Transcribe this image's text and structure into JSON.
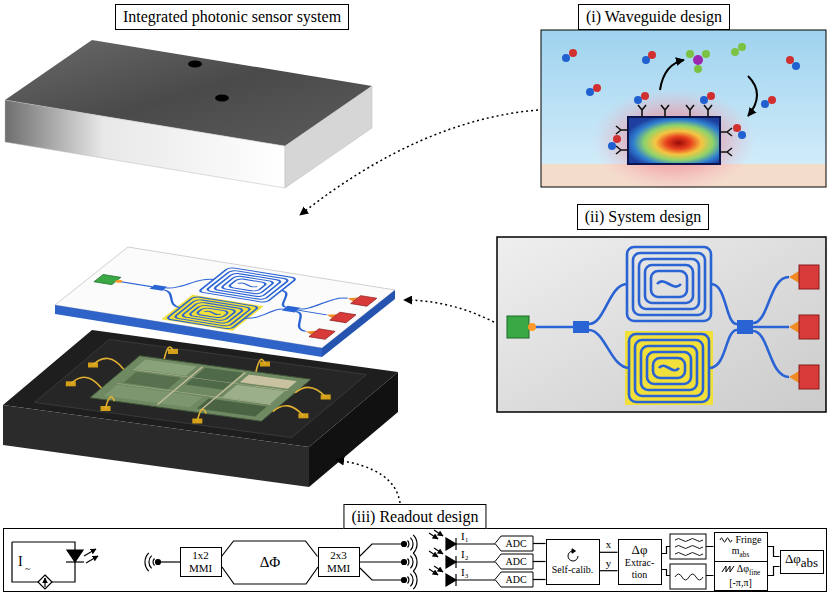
{
  "diagram": {
    "nodes": [
      {
        "text": [
          "Integrated photonic sensor system"
        ]
      },
      {
        "text": [
          "(i) Waveguide design"
        ]
      },
      {
        "text": [
          "(ii) System design"
        ]
      },
      {
        "text": [
          "(iii) Readout design"
        ]
      },
      {
        "text": [
          "1x2 MMI"
        ],
        "in": 3
      },
      {
        "text": [
          "2x3 MMI"
        ],
        "in": 3
      },
      {
        "text": [
          "ADC"
        ],
        "in": 3
      },
      {
        "text": [
          "ADC"
        ],
        "in": 3
      },
      {
        "text": [
          "ADC"
        ],
        "in": 3
      },
      {
        "text": [
          "Self-calib."
        ],
        "in": 3
      },
      {
        "text": [
          "Δφ",
          "Extrac- tion"
        ],
        "in": 3
      },
      {
        "text": [
          "Fringe",
          "m",
          "abs"
        ],
        "in": 3
      },
      {
        "text": [
          "Δφ",
          "fine",
          "[-π,π]"
        ],
        "in": 3
      },
      {
        "text": [
          "Δφ",
          "abs"
        ],
        "in": 3
      }
    ],
    "edges": [
      {
        "from": 4,
        "to": 5,
        "arrow": "none"
      },
      {
        "from": 6,
        "to": 9,
        "arrow": "none"
      },
      {
        "from": 7,
        "to": 9,
        "arrow": "none"
      },
      {
        "from": 8,
        "to": 9,
        "arrow": "none"
      },
      {
        "from": 9,
        "to": 10,
        "label": "x",
        "arrow": "none"
      },
      {
        "from": 9,
        "to": 10,
        "label": "y",
        "arrow": "none"
      },
      {
        "from": 10,
        "to": 11,
        "arrow": "none"
      },
      {
        "from": 10,
        "to": 12,
        "arrow": "none"
      },
      {
        "from": 11,
        "to": 13,
        "arrow": "none"
      },
      {
        "from": 12,
        "to": 13,
        "arrow": "none"
      }
    ],
    "labels": [
      "I",
      "~",
      "ΔΦ",
      "I₁",
      "I₂",
      "I₃"
    ]
  }
}
